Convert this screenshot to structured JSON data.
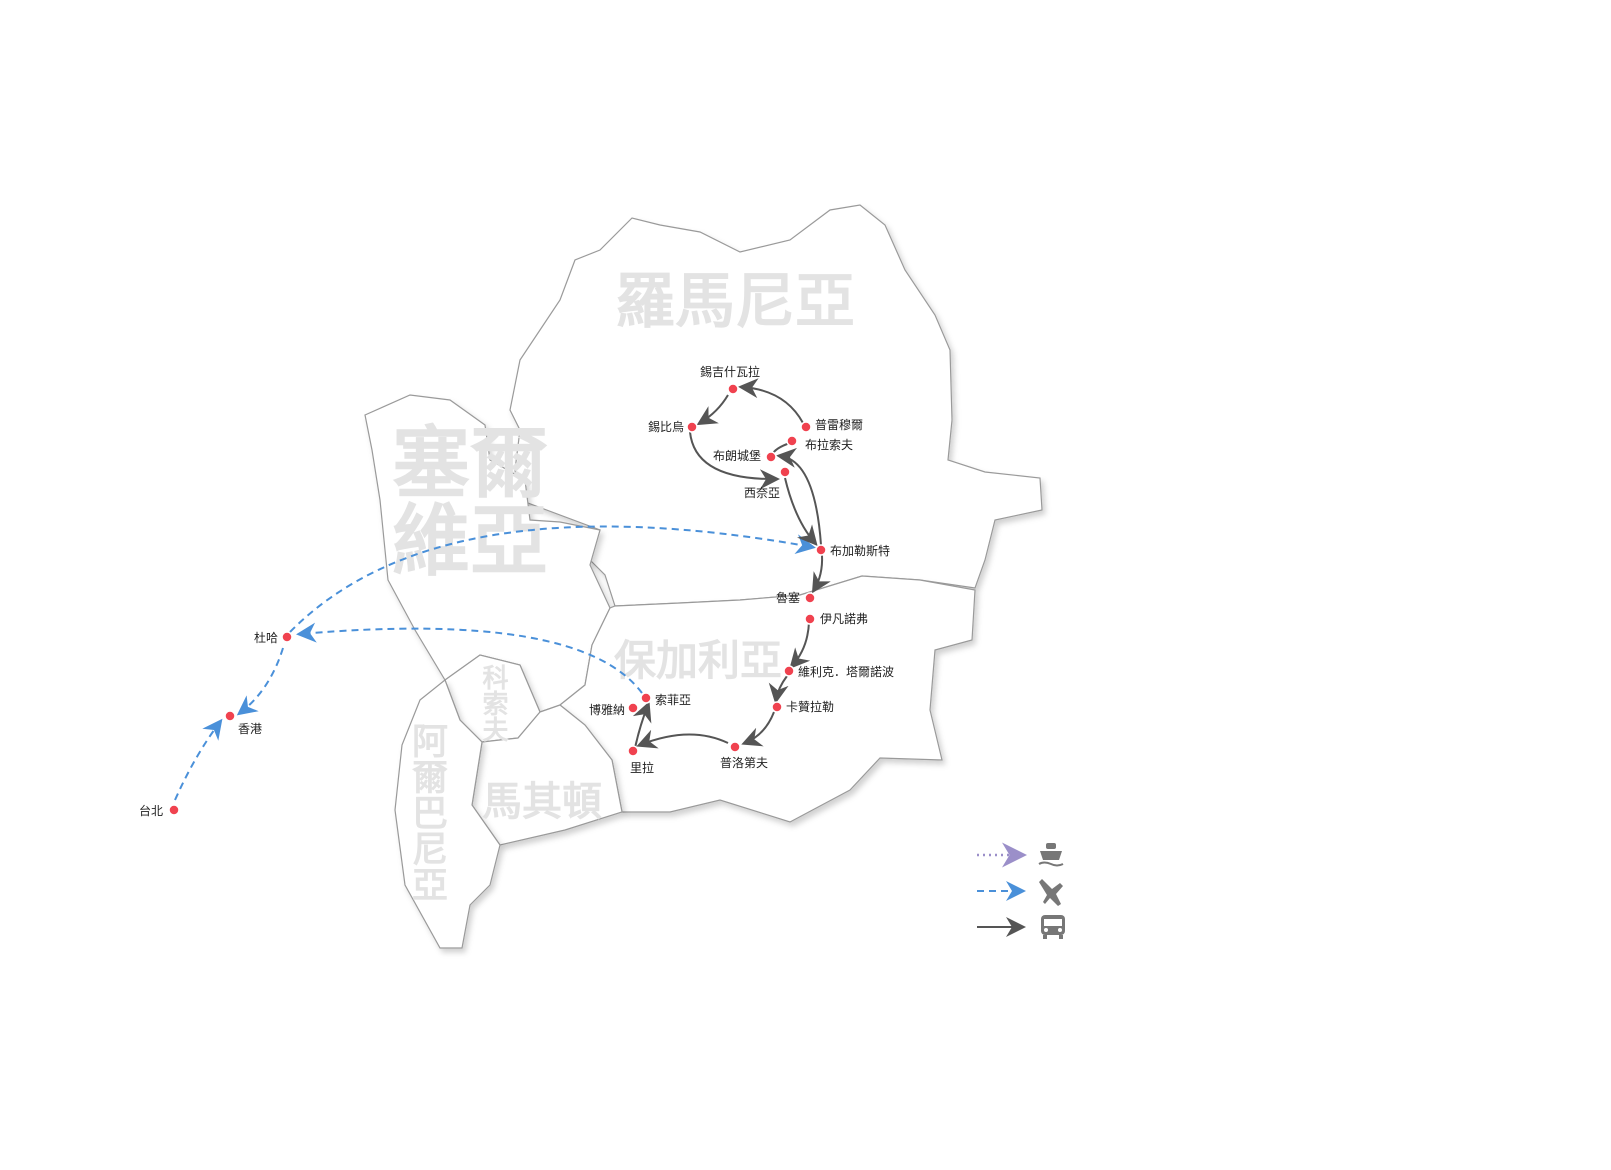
{
  "countries": {
    "romania": "羅馬尼亞",
    "serbia": "塞爾維亞",
    "bulgaria": "保加利亞",
    "kosovo": "科索夫",
    "macedonia": "馬其頓",
    "albania": "阿爾巴尼亞"
  },
  "cities": [
    "錫吉什瓦拉",
    "錫比烏",
    "普雷穆爾",
    "布拉索夫",
    "布朗城堡",
    "西奈亞",
    "布加勒斯特",
    "魯塞",
    "伊凡諾弗",
    "維利克．塔爾諾波",
    "卡贊拉勒",
    "普洛第夫",
    "里拉",
    "索菲亞",
    "博雅納",
    "杜哈",
    "香港",
    "台北"
  ],
  "legend": [
    {
      "line": "dotted",
      "icon": "ship-icon",
      "color": "#9b8fc9"
    },
    {
      "line": "dashed",
      "icon": "plane-icon",
      "color": "#4a90d9"
    },
    {
      "line": "solid",
      "icon": "bus-icon",
      "color": "#555555"
    }
  ],
  "colors": {
    "city": "#f0424f",
    "air": "#4a90d9",
    "ship": "#9b8fc9",
    "bus": "#555555"
  }
}
